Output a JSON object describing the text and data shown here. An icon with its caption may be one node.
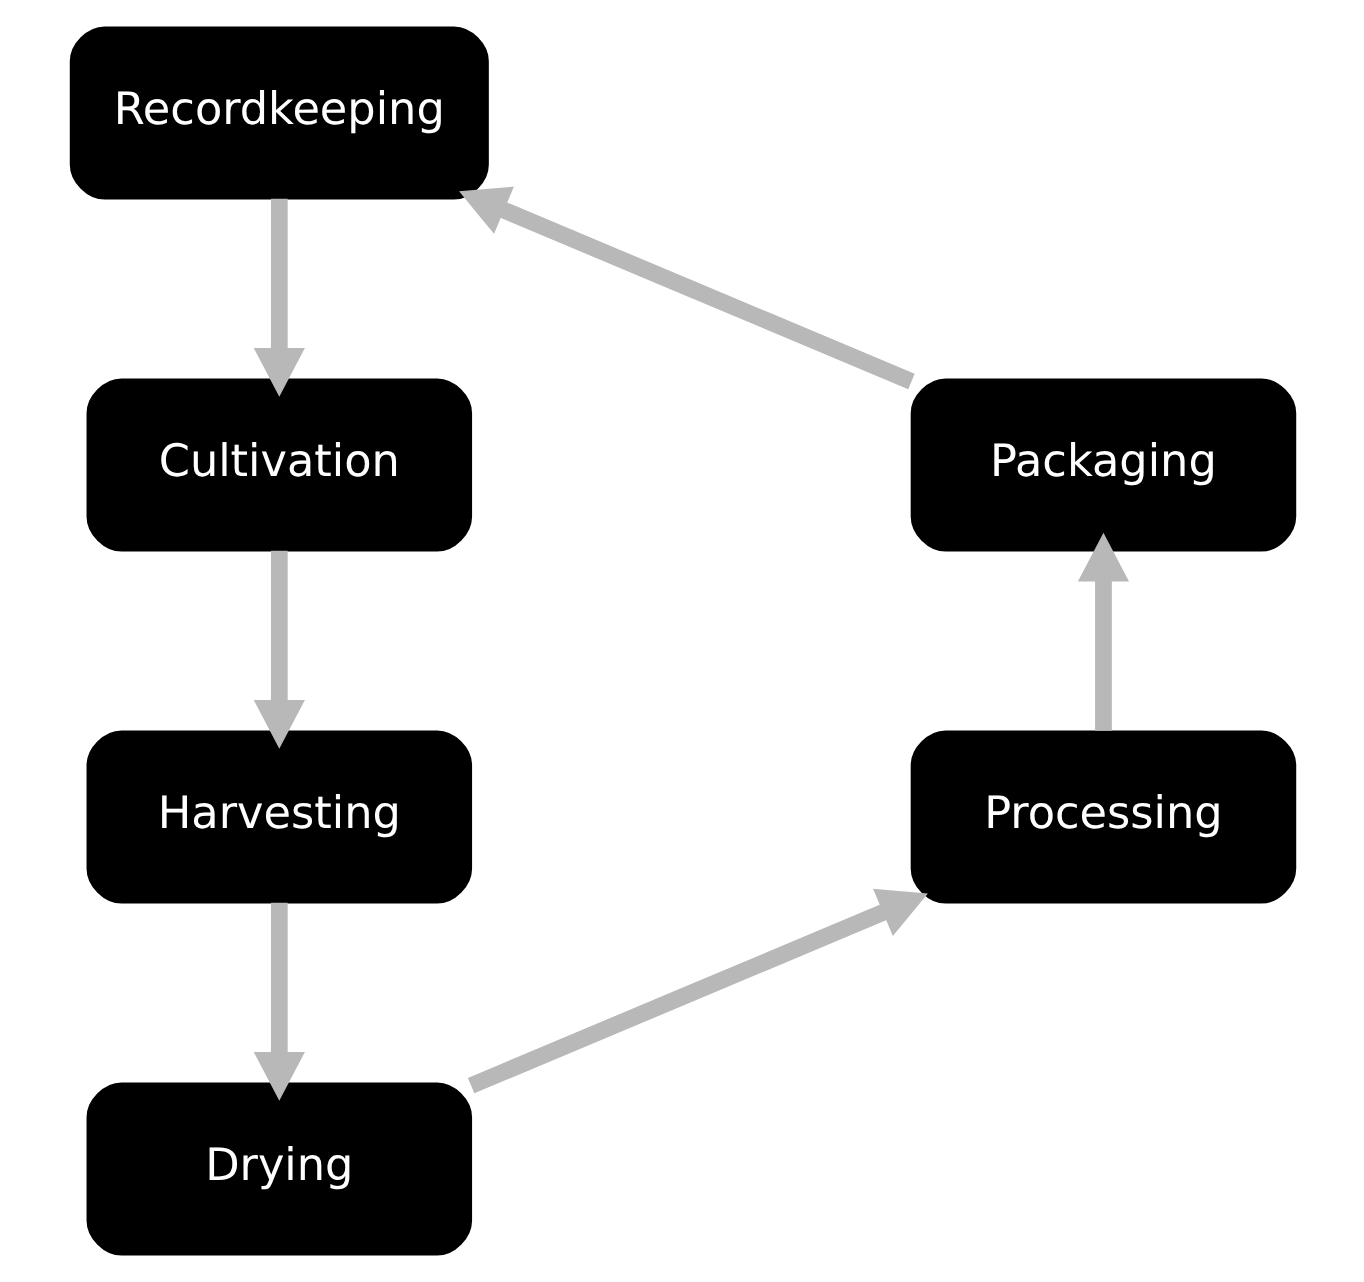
{
  "diagram": {
    "nodes": [
      {
        "text": [
          "Recordkeeping"
        ]
      },
      {
        "text": [
          "Cultivation"
        ]
      },
      {
        "text": [
          "Harvesting"
        ]
      },
      {
        "text": [
          "Drying"
        ]
      },
      {
        "text": [
          "Processing"
        ]
      },
      {
        "text": [
          "Packaging"
        ]
      }
    ],
    "edges": [
      {
        "from": 0,
        "to": 1,
        "arrow": "to"
      },
      {
        "from": 1,
        "to": 2,
        "arrow": "to"
      },
      {
        "from": 2,
        "to": 3,
        "arrow": "to"
      },
      {
        "from": 3,
        "to": 4,
        "arrow": "to"
      },
      {
        "from": 4,
        "to": 5,
        "arrow": "to"
      },
      {
        "from": 5,
        "to": 0,
        "arrow": "to"
      }
    ]
  }
}
